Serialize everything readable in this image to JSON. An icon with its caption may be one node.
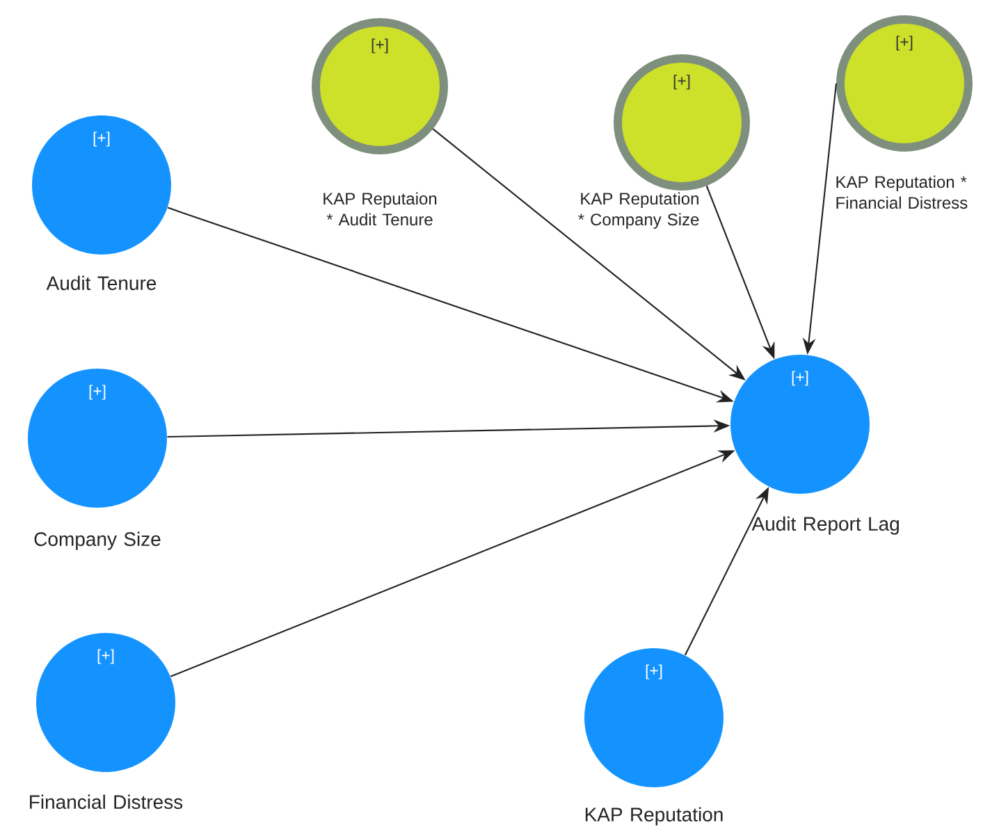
{
  "diagram": {
    "nodes": [
      {
        "text": [
          "[+]",
          "Audit Tenure"
        ]
      },
      {
        "text": [
          "[+]",
          "Company Size"
        ]
      },
      {
        "text": [
          "[+]",
          "Financial Distress"
        ]
      },
      {
        "text": [
          "[+]",
          "KAP Reputaion * Audit Tenure"
        ]
      },
      {
        "text": [
          "[+]",
          "KAP Reputation * Company Size"
        ]
      },
      {
        "text": [
          "[+]",
          "KAP Reputation * Financial Distress"
        ]
      },
      {
        "text": [
          "[+]",
          "Audit Report Lag"
        ]
      },
      {
        "text": [
          "[+]",
          "KAP Reputation"
        ]
      }
    ],
    "edges": [
      {
        "from": 0,
        "to": 6,
        "arrow": "to"
      },
      {
        "from": 1,
        "to": 6,
        "arrow": "to"
      },
      {
        "from": 2,
        "to": 6,
        "arrow": "to"
      },
      {
        "from": 3,
        "to": 6,
        "arrow": "to"
      },
      {
        "from": 4,
        "to": 6,
        "arrow": "to"
      },
      {
        "from": 5,
        "to": 6,
        "arrow": "to"
      },
      {
        "from": 7,
        "to": 6,
        "arrow": "to"
      }
    ]
  }
}
